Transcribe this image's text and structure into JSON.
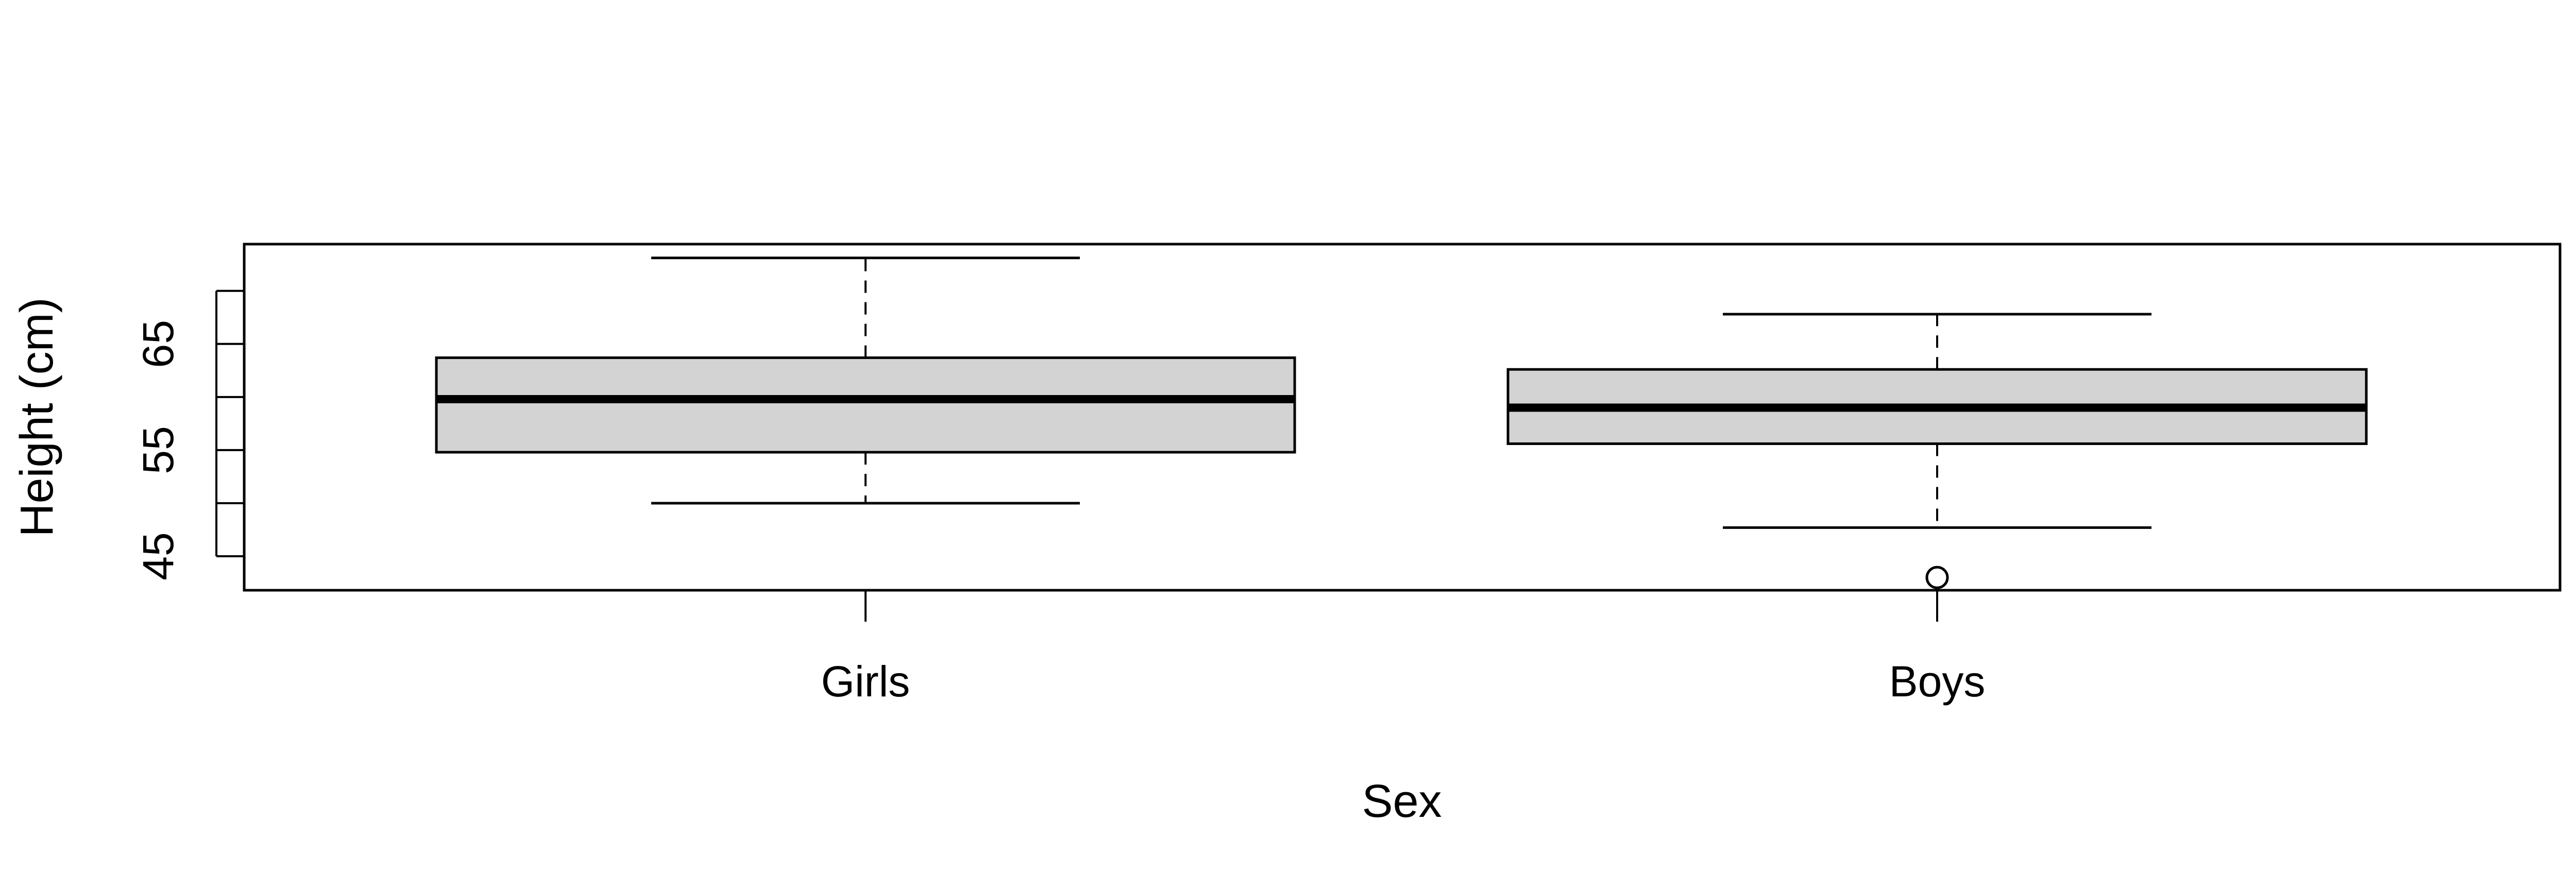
{
  "chart_data": {
    "type": "boxplot",
    "xlabel": "Sex",
    "ylabel": "Height (cm)",
    "categories": [
      "Girls",
      "Boys"
    ],
    "ylim": [
      41.8,
      74.4
    ],
    "yticks": [
      45,
      50,
      55,
      60,
      65,
      70
    ],
    "ytick_labels": [
      "45",
      "",
      "55",
      "",
      "65",
      ""
    ],
    "boxes": [
      {
        "category": "Girls",
        "whisker_low": 50,
        "q1": 54.8,
        "median": 59.8,
        "q3": 63.7,
        "whisker_high": 73.1,
        "outliers": []
      },
      {
        "category": "Boys",
        "whisker_low": 47.7,
        "q1": 55.6,
        "median": 59.0,
        "q3": 62.6,
        "whisker_high": 67.8,
        "outliers": [
          43.0
        ]
      }
    ],
    "box_fill": "#d3d3d3",
    "line_color": "#000000",
    "grid": false
  }
}
